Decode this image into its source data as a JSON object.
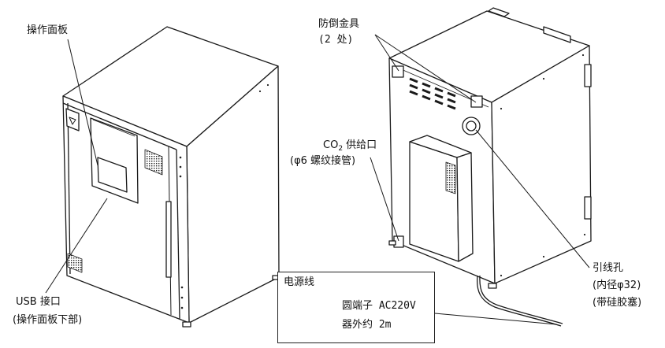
{
  "labels": {
    "control_panel": "操作面板",
    "usb_port": "USB 接口",
    "usb_port_note": "(操作面板下部)",
    "anti_tip": "防倒金具",
    "anti_tip_count": "(2 处)",
    "co2_prefix": "CO",
    "co2_sub": "2",
    "co2_suffix": " 供给口",
    "co2_note": "(φ6 螺纹接管)",
    "cable_hole": "引线孔",
    "cable_hole_dim": "(内径φ32)",
    "cable_hole_note": "(带硅胶塞)",
    "power_cord": "电源线",
    "terminal": "圆端子 AC220V",
    "length": "器外约 2m"
  }
}
